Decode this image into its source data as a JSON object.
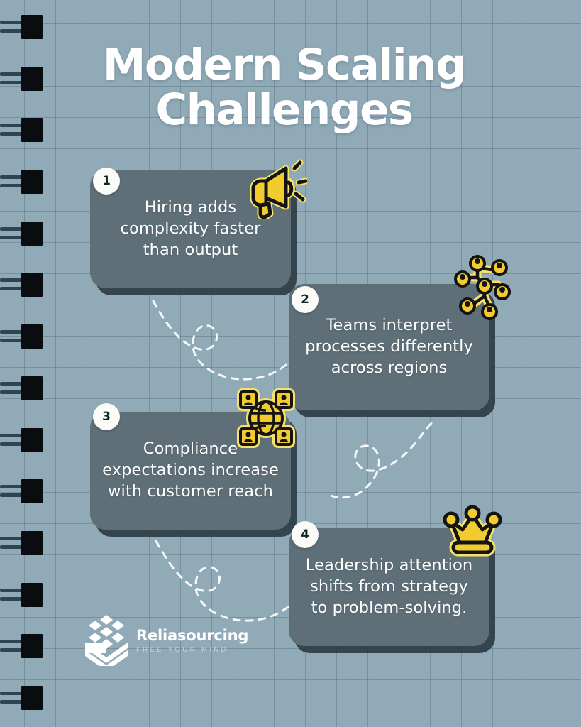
{
  "poster": {
    "background_color": "#90aab8",
    "grid_line_color": "#3c5564",
    "accent_color": "#f2cb2e",
    "card_color": "#5e6f78",
    "title_color": "#ffffff"
  },
  "title": {
    "line1": "Modern Scaling",
    "line2": "Challenges"
  },
  "cards": [
    {
      "number": "1",
      "text": "Hiring adds complexity faster than output",
      "icon": "megaphone-icon"
    },
    {
      "number": "2",
      "text": "Teams interpret processes differently across regions",
      "icon": "org-chart-network-icon"
    },
    {
      "number": "3",
      "text": "Compliance expectations increase with customer reach",
      "icon": "global-people-network-icon"
    },
    {
      "number": "4",
      "text": "Leadership attention shifts from strategy to problem-solving.",
      "icon": "crown-icon"
    }
  ],
  "logo": {
    "brand": "Reliasourcing",
    "tagline": "FREE YOUR MIND",
    "mark": "stacked-layers-icon"
  },
  "decorations": {
    "binding_rings": 14,
    "dashed_swirls": 3
  }
}
